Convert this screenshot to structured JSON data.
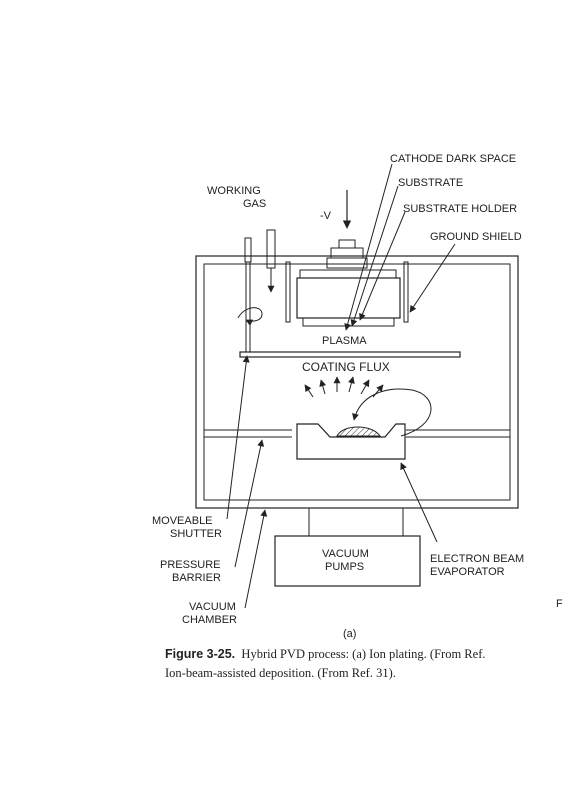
{
  "labels": {
    "cathode_dark_space": "CATHODE DARK SPACE",
    "substrate": "SUBSTRATE",
    "substrate_holder": "SUBSTRATE HOLDER",
    "ground_shield": "GROUND SHIELD",
    "working_gas_1": "WORKING",
    "working_gas_2": "GAS",
    "voltage": "-V",
    "plasma": "PLASMA",
    "coating_flux": "COATING FLUX",
    "moveable_shutter_1": "MOVEABLE",
    "moveable_shutter_2": "SHUTTER",
    "pressure_barrier_1": "PRESSURE",
    "pressure_barrier_2": "BARRIER",
    "vacuum_chamber_1": "VACUUM",
    "vacuum_chamber_2": "CHAMBER",
    "vacuum_pumps_1": "VACUUM",
    "vacuum_pumps_2": "PUMPS",
    "electron_beam_1": "ELECTRON BEAM",
    "electron_beam_2": "EVAPORATOR",
    "edge_letter": "F"
  },
  "sublabel": "(a)",
  "caption": {
    "figure": "Figure 3-25.",
    "line1": "Hybrid PVD process: (a) Ion plating. (From Ref.",
    "line2": "Ion-beam-assisted deposition. (From Ref. 31)."
  }
}
